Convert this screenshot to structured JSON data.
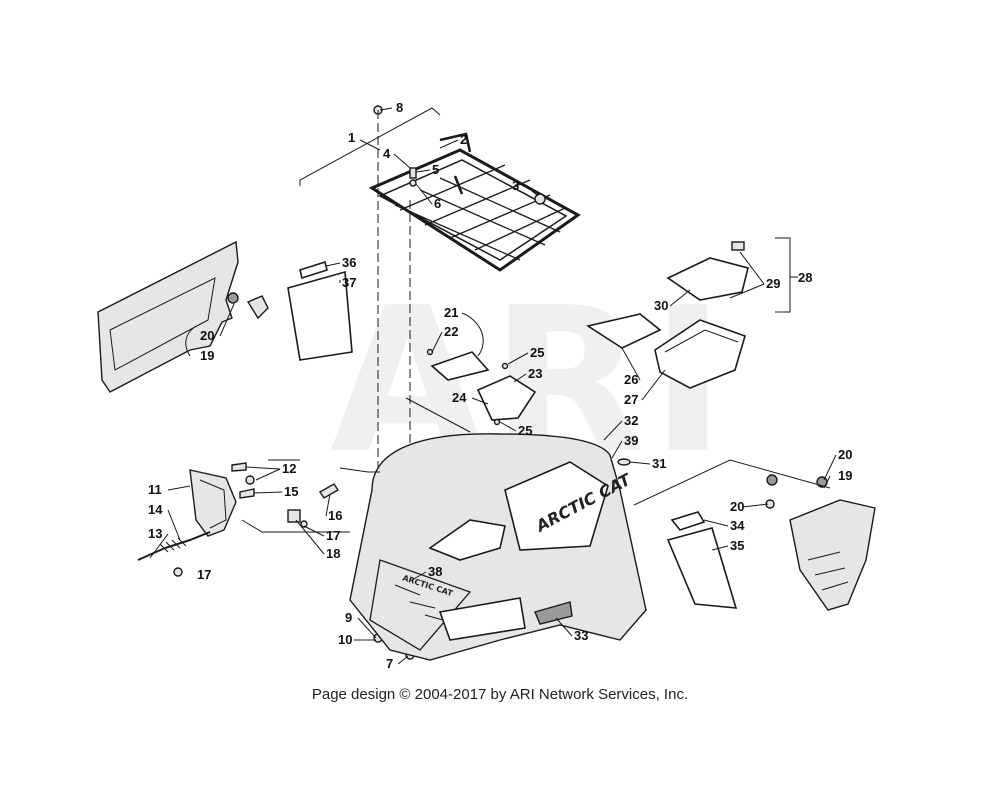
{
  "watermark": "ARI",
  "brand_logo": "ARCTIC CAT",
  "brand_logo_small": "ARCTIC CAT",
  "copyright": "Page design © 2004-2017 by ARI Network Services, Inc.",
  "callouts": {
    "c1": "1",
    "c2": "2",
    "c3": "3",
    "c4": "4",
    "c5": "5",
    "c6": "6",
    "c7": "7",
    "c8": "8",
    "c9": "9",
    "c10": "10",
    "c11": "11",
    "c12": "12",
    "c13": "13",
    "c14": "14",
    "c15": "15",
    "c16": "16",
    "c17a": "17",
    "c17b": "17",
    "c18": "18",
    "c19a": "19",
    "c19b": "19",
    "c20a": "20",
    "c20b": "20",
    "c20c": "20",
    "c21": "21",
    "c22": "22",
    "c23": "23",
    "c24": "24",
    "c25a": "25",
    "c25b": "25",
    "c26": "26",
    "c27": "27",
    "c28": "28",
    "c29": "29",
    "c30": "30",
    "c31": "31",
    "c32": "32",
    "c33": "33",
    "c34": "34",
    "c35": "35",
    "c36": "36",
    "c37": "37",
    "c38": "38",
    "c39": "39"
  }
}
